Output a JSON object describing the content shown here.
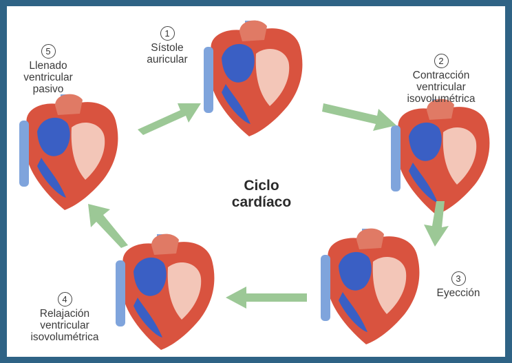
{
  "center": {
    "line1": "Ciclo",
    "line2": "cardíaco"
  },
  "stages": [
    {
      "number": "1",
      "line1": "Sístole",
      "line2": "auricular",
      "line3": ""
    },
    {
      "number": "2",
      "line1": "Contracción",
      "line2": "ventricular",
      "line3": "isovolumétrica"
    },
    {
      "number": "3",
      "line1": "Eyección",
      "line2": "",
      "line3": ""
    },
    {
      "number": "4",
      "line1": "Relajación",
      "line2": "ventricular",
      "line3": "isovolumétrica"
    },
    {
      "number": "5",
      "line1": "Llenado",
      "line2": "ventricular",
      "line3": "pasivo"
    }
  ],
  "colors": {
    "arrow": "#9cc896",
    "heart_red": "#d9533f",
    "heart_pink": "#f3c6b8",
    "blood_blue": "#3a5fc4",
    "vessel_blue": "#7fa4dc"
  }
}
